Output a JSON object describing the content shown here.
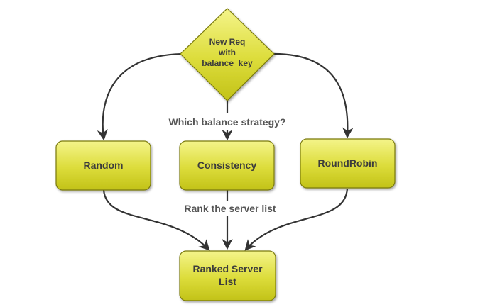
{
  "colors": {
    "node_fill_top": "#f2f27a",
    "node_fill_bottom": "#c6c61a",
    "node_stroke": "#7a7a10",
    "edge": "#333333",
    "text": "#3c3c3c"
  },
  "diagram": {
    "decision": {
      "lines": [
        "New Req",
        "with",
        "balance_key"
      ]
    },
    "branch_label": "Which balance strategy?",
    "strategies": {
      "random": "Random",
      "consistency": "Consistency",
      "roundrobin": "RoundRobin"
    },
    "merge_label": "Rank the server list",
    "result": {
      "lines": [
        "Ranked Server",
        "List"
      ]
    }
  }
}
